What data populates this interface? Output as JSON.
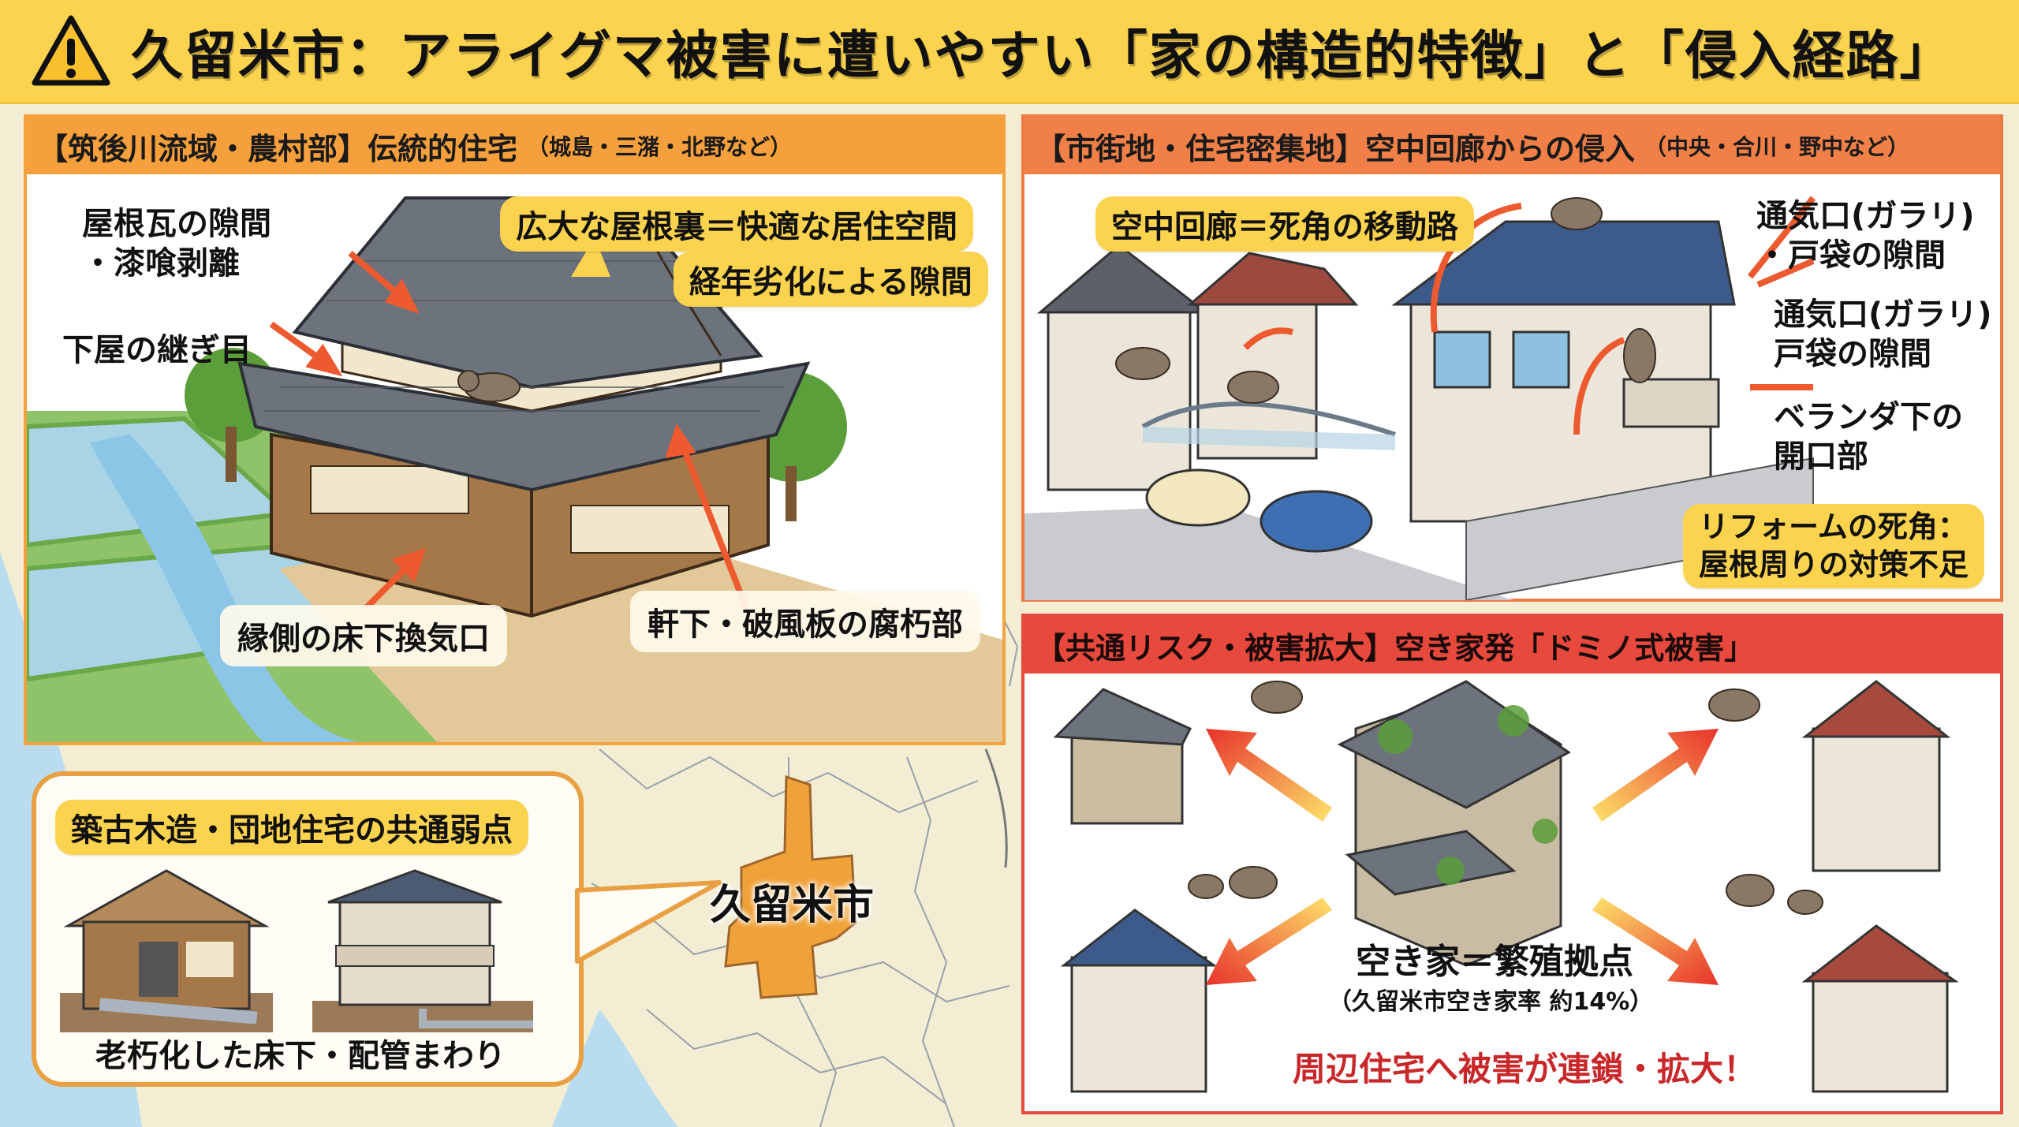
{
  "title": {
    "icon": "warning-triangle-icon",
    "text": "久留米市：アライグマ被害に遭いやすい「家の構造的特徴」と「侵入経路」",
    "background": "#fbd34e"
  },
  "map": {
    "city_label": "久留米市",
    "highlight_color": "#f0a23a",
    "sea_color": "#b9dcf0"
  },
  "panel_rural": {
    "heading": "【筑後川流域・農村部】伝統的住宅",
    "heading_sub": "（城島・三潴・北野など）",
    "color": "#f5a03c",
    "callouts": {
      "roof_tile_gap": "屋根瓦の隙間",
      "plaster_peel": "・漆喰剥離",
      "lower_roof_seam": "下屋の継ぎ目",
      "attic_space": "広大な屋根裏＝快適な居住空間",
      "aging_gap": "経年劣化による隙間",
      "engawa_vent": "縁側の床下換気口",
      "eaves_rot": "軒下・破風板の腐朽部"
    }
  },
  "panel_urban": {
    "heading": "【市街地・住宅密集地】空中回廊からの侵入",
    "heading_sub": "（中央・合川・野中など）",
    "color": "#f08048",
    "callouts": {
      "aerial_corridor": "空中回廊＝死角の移動路",
      "vent_1_line1": "通気口(ガラリ)",
      "vent_1_line2": "・戸袋の隙間",
      "vent_2_line1": "通気口(ガラリ)",
      "vent_2_line2": "戸袋の隙間",
      "veranda_line1": "ベランダ下の",
      "veranda_line2": "開口部",
      "reform_line1": "リフォームの死角：",
      "reform_line2": "屋根周りの対策不足"
    }
  },
  "panel_domino": {
    "heading": "【共通リスク・被害拡大】空き家発「ドミノ式被害」",
    "color": "#e8493d",
    "center_label": "空き家＝繁殖拠点",
    "vacancy_note": "（久留米市空き家率 約14%）",
    "vacancy_rate": "14%",
    "warning": "周辺住宅へ被害が連鎖・拡大！"
  },
  "panel_common": {
    "heading": "築古木造・団地住宅の共通弱点",
    "caption": "老朽化した床下・配管まわり"
  }
}
